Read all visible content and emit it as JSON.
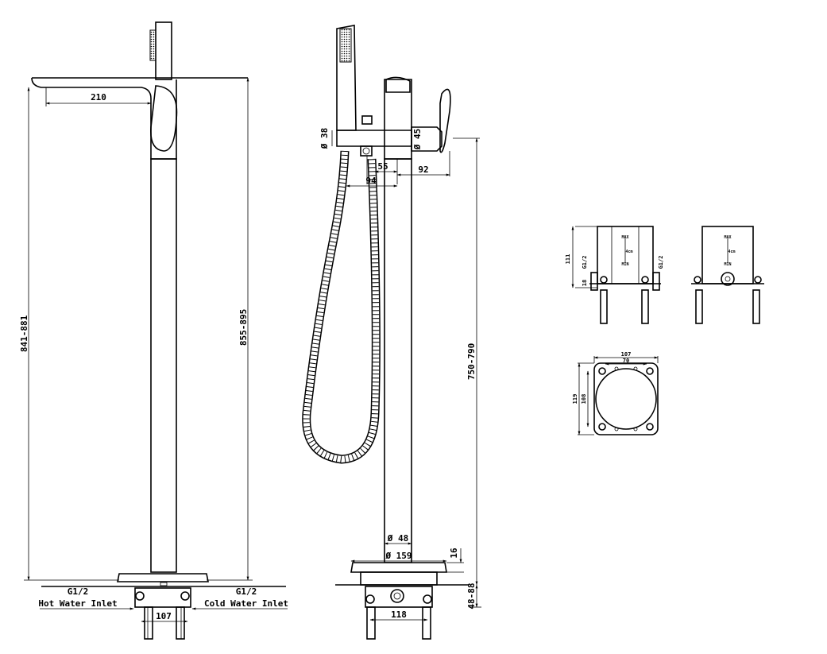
{
  "side_view": {
    "spout_reach": "210",
    "height_total": "841-881",
    "height_spout": "855-895",
    "inlet_left_size": "G1/2",
    "inlet_left_label": "Hot Water Inlet",
    "inlet_right_size": "G1/2",
    "inlet_right_label": "Cold Water Inlet",
    "base_width": "107"
  },
  "front_view": {
    "diverter_diameter": "Ø 38",
    "handle_diameter": "Ø 45",
    "dim_55": "55",
    "dim_92": "92",
    "dim_94": "94",
    "pipe_diameter": "Ø 48",
    "flange_diameter": "Ø 159",
    "flange_thickness": "16",
    "height": "750-790",
    "base_depth": "48-88",
    "base_width": "118"
  },
  "box_front": {
    "height": "111",
    "thread_left": "G1/2",
    "thread_right": "G1/2",
    "inlet_height": "18",
    "max_label": "MAX",
    "min_label": "MIN",
    "depth_label": "4cm"
  },
  "box_side": {
    "max_label": "MAX",
    "min_label": "MIN",
    "depth_label": "4cm"
  },
  "box_top": {
    "width_outer": "107",
    "width_inner": "70",
    "depth_outer": "119",
    "depth_inner": "108"
  }
}
